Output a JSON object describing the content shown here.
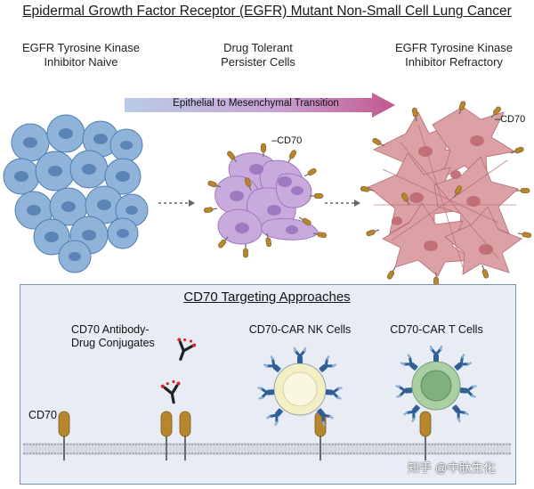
{
  "title": "Epidermal Growth Factor Receptor (EGFR) Mutant Non-Small Cell Lung Cancer",
  "stages": {
    "naive": "EGFR Tyrosine Kinase\nInhibitor Naive",
    "persister": "Drug Tolerant\nPersister Cells",
    "refractory": "EGFR Tyrosine Kinase\nInhibitor Refractory"
  },
  "emt_label": "Epithelial to Mesenchymal Transition",
  "cd70_callout": "–CD70",
  "panel": {
    "title": "CD70 Targeting Approaches",
    "adc": "CD70 Antibody-\nDrug Conjugates",
    "nk": "CD70-CAR NK Cells",
    "t": "CD70-CAR T Cells",
    "cd70_label": "CD70"
  },
  "watermark": "知乎 @中肽生化",
  "colors": {
    "naive_cell": "#8fb3d9",
    "persister_cell": "#c6a6dc",
    "refractory_cell": "#d99a9e",
    "receptor": "#b8862e",
    "nk_cell": "#f3efc5",
    "t_cell": "#a9cfa2",
    "car": "#2f5f94",
    "panel_bg": "#e7ecf5"
  }
}
